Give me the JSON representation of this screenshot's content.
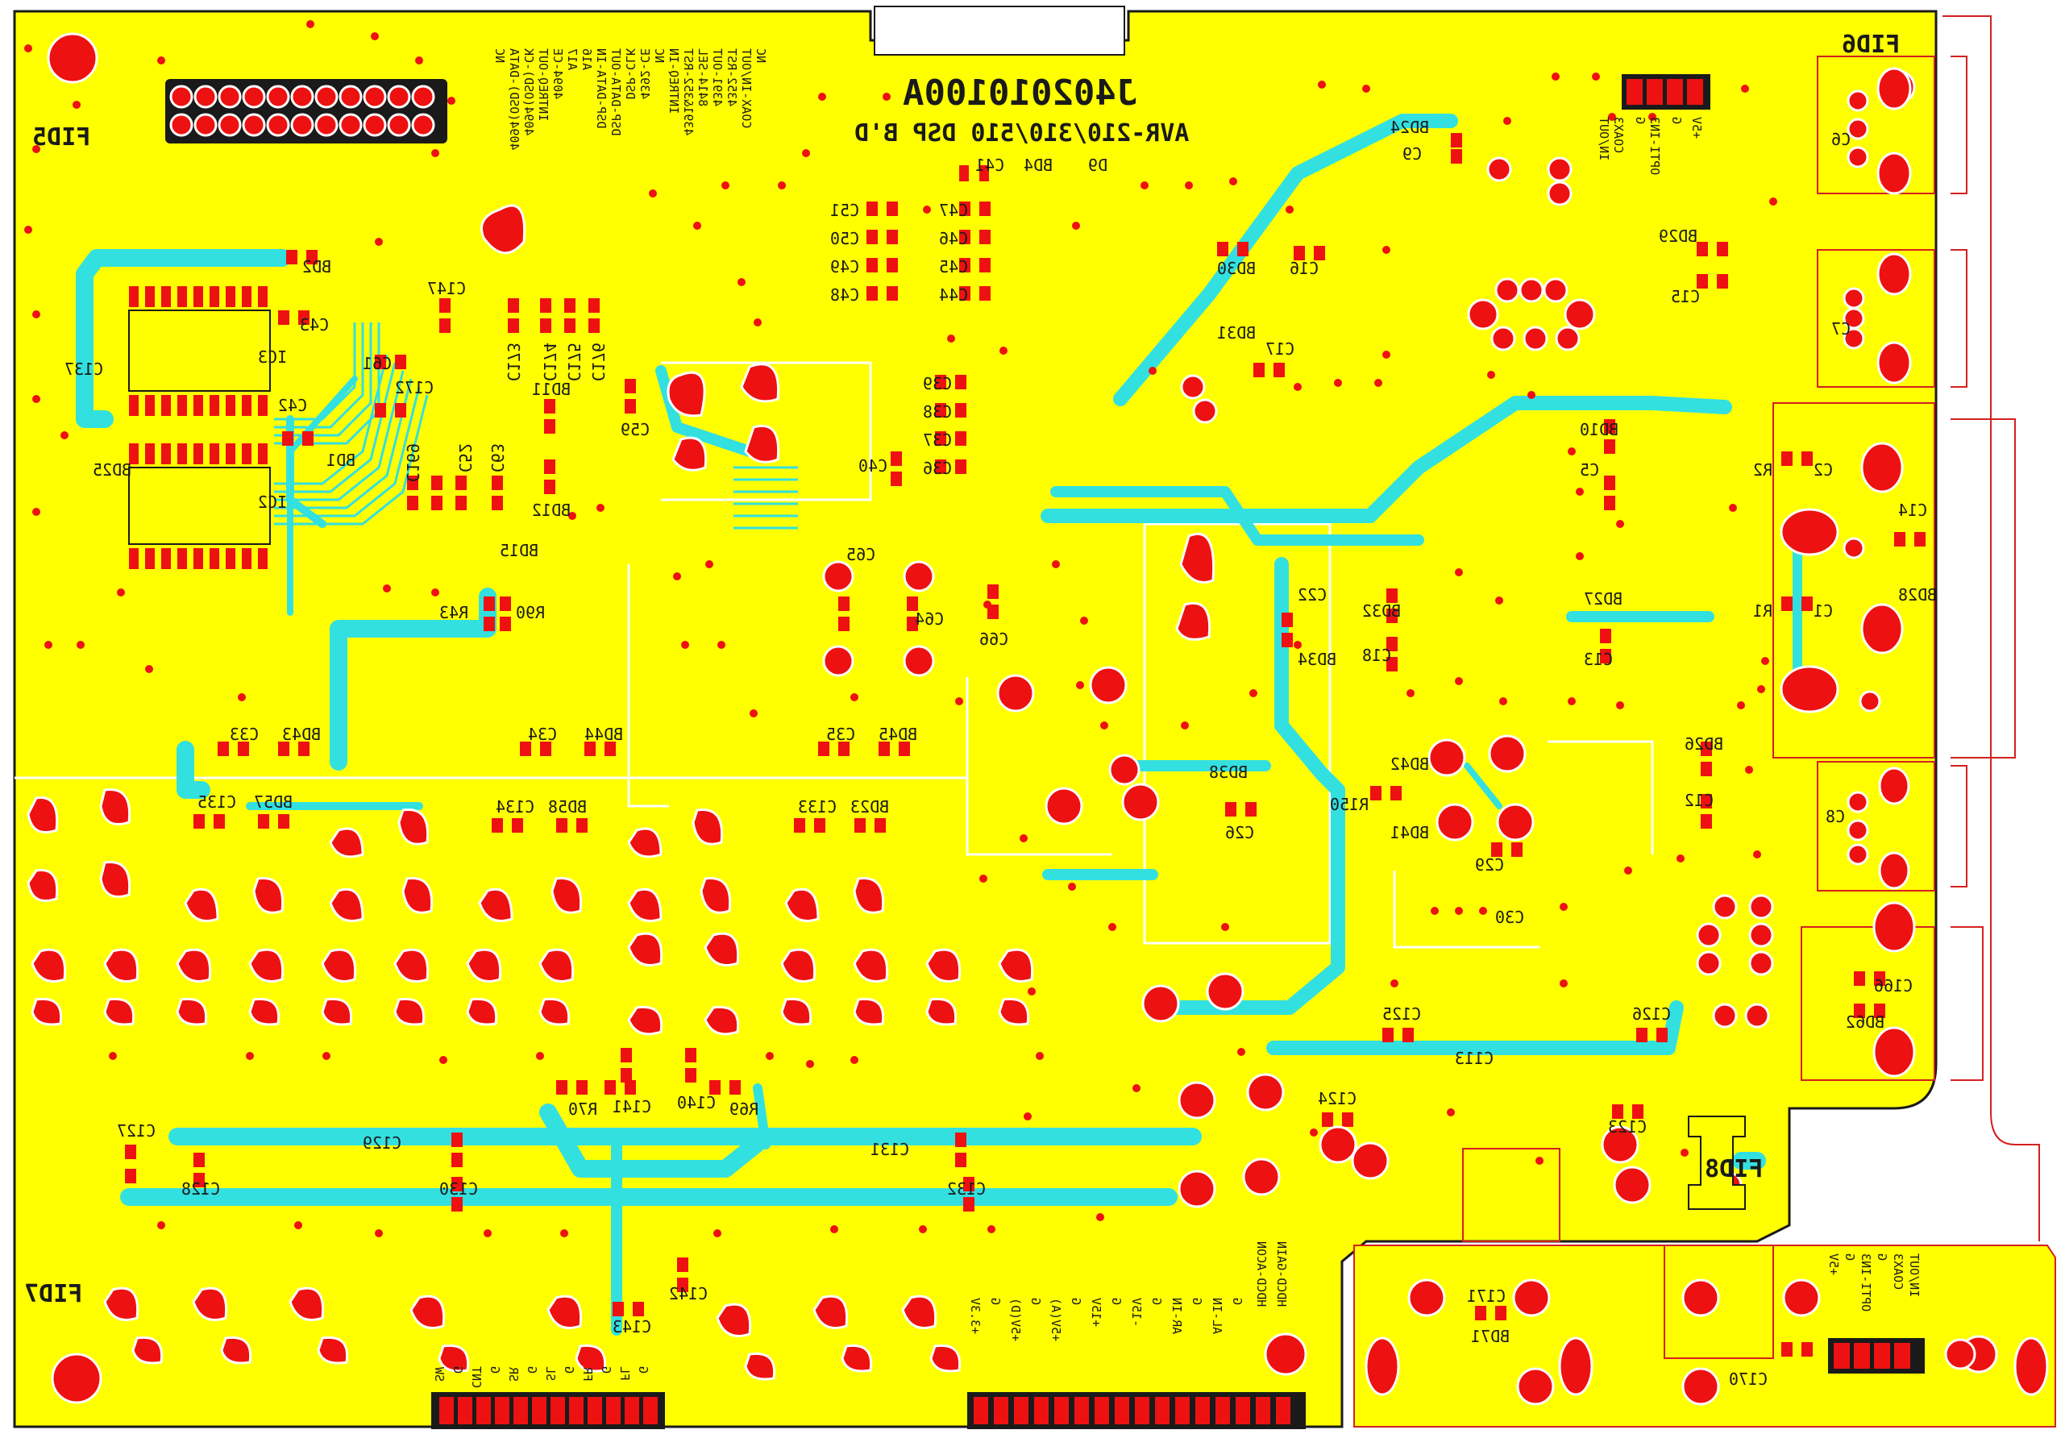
{
  "board": {
    "part_number": "J402010100A",
    "board_name": "AVR-210/310/510 DSP B'D",
    "colors": {
      "copper": "#ffff00",
      "trace": "#33e0e0",
      "pad": "#ee1111",
      "silk": "#1a1a1a",
      "outline": "#d42020"
    }
  },
  "fiducials": [
    "FID5",
    "FID6",
    "FID7",
    "FID8"
  ],
  "ics": [
    "IC2",
    "IC3"
  ],
  "header_top_labels": [
    "NC",
    "4094(OSD)-DATA",
    "4094(OSD)-CK",
    "INTREQ-OUT",
    "4094-CE",
    "A17",
    "A16",
    "DSP-DATA-IN",
    "DSP-DATA-OUT",
    "DSP-CLK",
    "4392-CE",
    "NC",
    "INTREQ-IN",
    "4391&352-RST",
    "8414-SEL",
    "4391-OUT",
    "4352-RST",
    "COAX-IN/OUT",
    "NC"
  ],
  "header_right_labels": [
    "IN/OUT",
    "COAX3",
    "G",
    "OPTI-IN3",
    "G",
    "+5V"
  ],
  "header_right2_labels": [
    "+5V",
    "G",
    "OPTI-IN3",
    "G",
    "COAX3",
    "IN/OUT"
  ],
  "header_bottom_left_labels": [
    "SW",
    "G",
    "CNT",
    "G",
    "SR",
    "G",
    "SL",
    "G",
    "FR",
    "G",
    "FL",
    "G"
  ],
  "header_bottom_mid_labels": [
    "+3.3V",
    "G",
    "+5V(D)",
    "G",
    "+5V(A)",
    "G",
    "+15V",
    "G",
    "-15V",
    "G",
    "AR-IN",
    "G",
    "AL-IN",
    "G",
    "HDCD-ACON",
    "HDCD-GAIN"
  ],
  "refdes": [
    "C41",
    "BD4",
    "D9",
    "C47",
    "C46",
    "C45",
    "C44",
    "C51",
    "C50",
    "C49",
    "C48",
    "C39",
    "C38",
    "C37",
    "C36",
    "C40",
    "BD24",
    "C9",
    "BD29",
    "C15",
    "C6",
    "C7",
    "BD30",
    "C16",
    "BD31",
    "C17",
    "BD10",
    "C5",
    "C2",
    "R2",
    "C14",
    "BD28",
    "C1",
    "R1",
    "BD27",
    "C13",
    "BD32",
    "C18",
    "C22",
    "BD34",
    "BD26",
    "C12",
    "C8",
    "BD42",
    "R150",
    "BD41",
    "C29",
    "BD38",
    "C26",
    "C30",
    "C166",
    "BD62",
    "C125",
    "C113",
    "C126",
    "C124",
    "C123",
    "C65",
    "C64",
    "C66",
    "BD2",
    "C43",
    "C137",
    "BD25",
    "C42",
    "BD1",
    "C147",
    "C61",
    "C173",
    "C174",
    "C175",
    "C176",
    "C172",
    "C169",
    "C52",
    "C63",
    "BD11",
    "BD12",
    "BD15",
    "C59",
    "R90",
    "R43",
    "BD43",
    "C33",
    "BD44",
    "C34",
    "BD45",
    "C35",
    "BD57",
    "C135",
    "BD58",
    "C134",
    "BD23",
    "C133",
    "C127",
    "C129",
    "C131",
    "C128",
    "C130",
    "C132",
    "R70",
    "C141",
    "C140",
    "R69",
    "C142",
    "C143",
    "C171",
    "BD71",
    "C170"
  ]
}
